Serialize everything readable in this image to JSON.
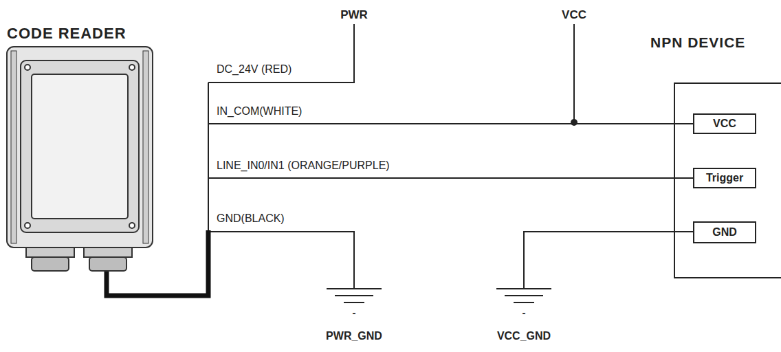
{
  "diagram": {
    "nodes": [
      {
        "text": [
          "CODE READER"
        ]
      },
      {
        "text": [
          "NPN DEVICE"
        ]
      },
      {
        "text": [
          "VCC"
        ],
        "in": 1
      },
      {
        "text": [
          "Trigger"
        ],
        "in": 1
      },
      {
        "text": [
          "GND"
        ],
        "in": 1
      }
    ],
    "edges": [
      {
        "from": 0,
        "to": 2,
        "label": "IN_COM(WHITE)",
        "arrow": "none"
      },
      {
        "from": 0,
        "to": 3,
        "label": "LINE_IN0/IN1 (ORANGE/PURPLE)",
        "arrow": "none"
      }
    ],
    "labels": [
      "PWR",
      "VCC",
      "DC_24V (RED)",
      "GND(BLACK)",
      "-",
      "PWR_GND",
      "-",
      "VCC_GND"
    ]
  }
}
